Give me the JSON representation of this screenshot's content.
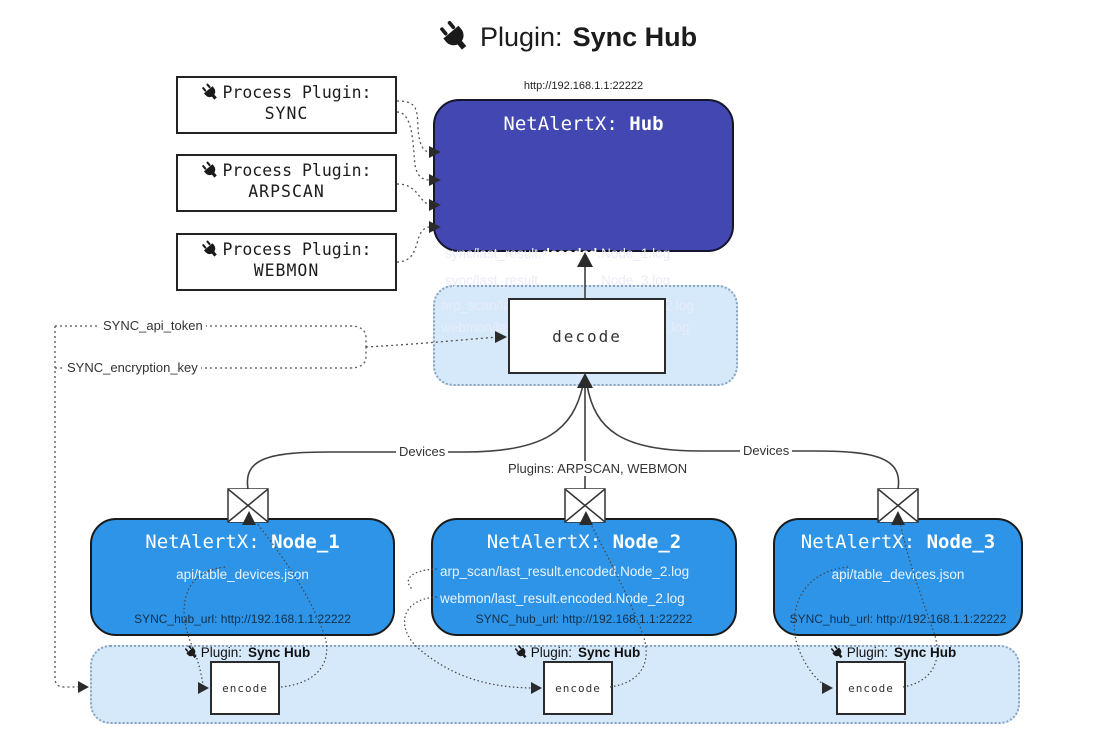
{
  "title": {
    "prefix": "Plugin:",
    "bold": "Sync Hub"
  },
  "icons": {
    "plug": "plug-icon",
    "envelope": "envelope-icon"
  },
  "process_plugins": [
    {
      "label": "Process Plugin:",
      "name": "SYNC"
    },
    {
      "label": "Process Plugin:",
      "name": "ARPSCAN"
    },
    {
      "label": "Process Plugin:",
      "name": "WEBMON"
    }
  ],
  "hub": {
    "url_label": "http://192.168.1.1:22222",
    "title_prefix": "NetAlertX:",
    "title_bold": "Hub",
    "lines": [
      {
        "pre": "sync/last_result.",
        "bold": "decoded",
        "post": ".Node_1.log"
      },
      {
        "pre": "sync/last_result.",
        "bold": "decoded",
        "post": ".Node_3.log"
      },
      {
        "pre": "arp_scan/last_result.",
        "bold": "decoded",
        "post": ".Node_2.log"
      },
      {
        "pre": "webmon/last_result.",
        "bold": "decoded",
        "post": ".Node_2.log"
      }
    ]
  },
  "decode": {
    "label": "decode"
  },
  "settings": {
    "api_token": "SYNC_api_token",
    "encryption_key": "SYNC_encryption_key"
  },
  "edges": {
    "devices_left": "Devices",
    "devices_right": "Devices",
    "plugins_center": "Plugins: ARPSCAN, WEBMON"
  },
  "nodes": [
    {
      "title_prefix": "NetAlertX:",
      "title_bold": "Node_1",
      "lines": [
        "api/table_devices.json"
      ],
      "hub_url": "SYNC_hub_url: http://192.168.1.1:22222"
    },
    {
      "title_prefix": "NetAlertX:",
      "title_bold": "Node_2",
      "lines": [
        "arp_scan/last_result.encoded.Node_2.log",
        "webmon/last_result.encoded.Node_2.log"
      ],
      "hub_url": "SYNC_hub_url: http://192.168.1.1:22222"
    },
    {
      "title_prefix": "NetAlertX:",
      "title_bold": "Node_3",
      "lines": [
        "api/table_devices.json"
      ],
      "hub_url": "SYNC_hub_url: http://192.168.1.1:22222"
    }
  ],
  "encode": {
    "plugin_prefix": "Plugin:",
    "plugin_bold": "Sync Hub",
    "label": "encode"
  },
  "colors": {
    "hub_bg": "#4247b2",
    "node_bg": "#2d94e8",
    "container_bg": "#d6e9fb",
    "container_border": "#89a3bf",
    "box_border": "#222222"
  }
}
